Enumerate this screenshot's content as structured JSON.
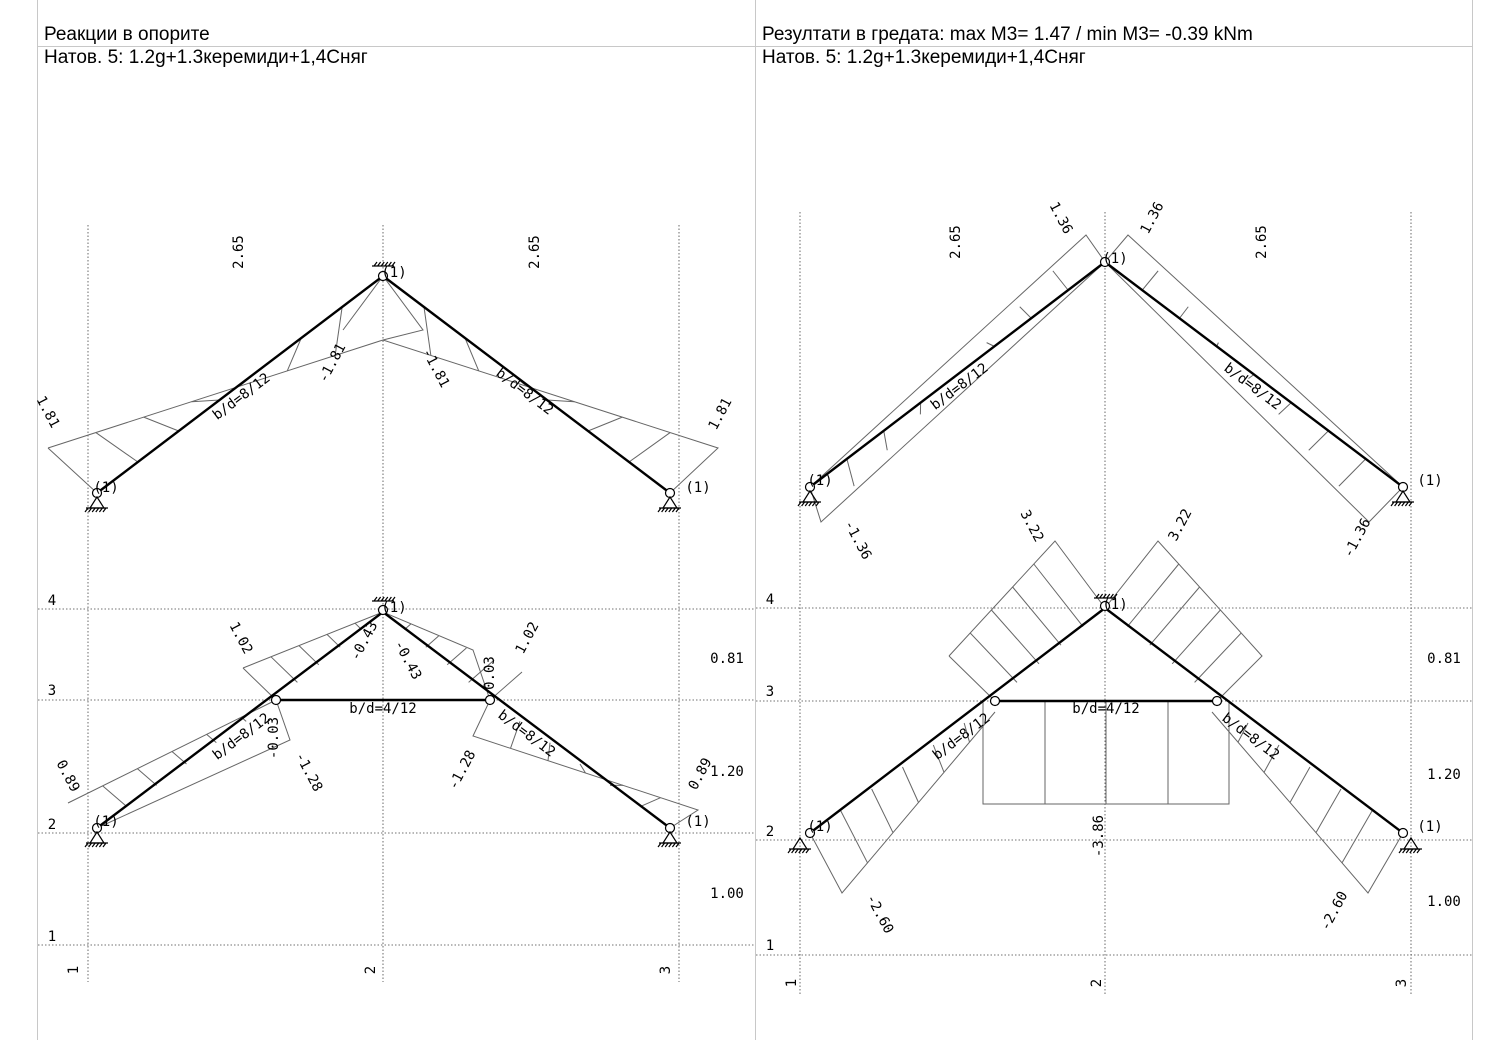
{
  "panels": {
    "left": {
      "title": "Реакции в опорите",
      "subtitle": "Натов. 5: 1.2g+1.3керемиди+1,4Сняг"
    },
    "right": {
      "title": "Резултати в гредата: max M3= 1.47 / min M3= -0.39 kNm",
      "subtitle": "Натов. 5: 1.2g+1.3керемиди+1,4Сняг"
    }
  },
  "grid": {
    "columns": [
      "1",
      "2",
      "3"
    ],
    "levels": [
      "1",
      "2",
      "3",
      "4"
    ],
    "level_spacing": [
      "0.81",
      "1.20",
      "1.00"
    ]
  },
  "labels": {
    "node_marker": "(1)",
    "rafter_section": "b/d=8/12",
    "tie_section": "b/d=4/12",
    "left_upper_span": "2.65",
    "right_upper_span": "2.65",
    "left_upper": [
      "1.81",
      "-1.81",
      "-1.81",
      "1.81"
    ],
    "left_lower": [
      "1.02",
      "-0.43",
      "-0.43",
      "0.03",
      "1.02",
      "0.89",
      "-0.03",
      "-1.28",
      "-1.28",
      "0.89"
    ],
    "right_upper": [
      "1.36",
      "1.36",
      "-1.36",
      "-1.36"
    ],
    "right_lower": [
      "3.22",
      "3.22",
      "-2.60",
      "-2.60",
      "-3.86"
    ]
  }
}
